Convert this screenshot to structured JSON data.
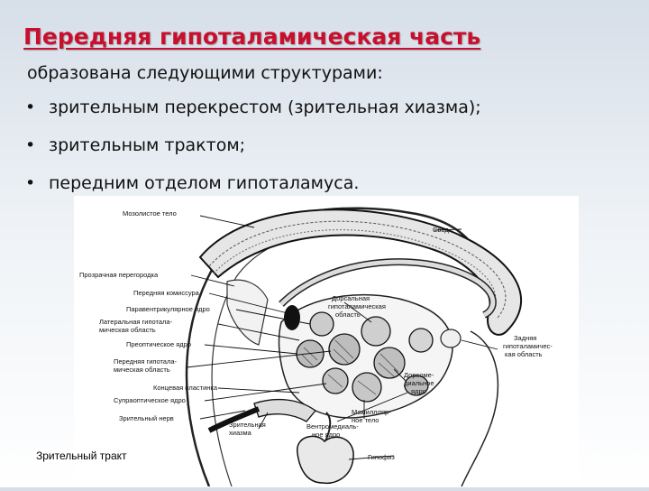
{
  "slide": {
    "title": "Передняя гипоталамическая часть",
    "subtitle": "образована следующими структурами:",
    "bullets": [
      "зрительным перекрестом (зрительная хиазма);",
      "зрительным трактом;",
      "передним отделом гипоталамуса."
    ]
  },
  "figure": {
    "caption": "Зрительный тракт",
    "labels": {
      "corpus_callosum": "Мозолистое тело",
      "fornix": "Свод",
      "septum": "Прозрачная перегородка",
      "ant_commissure": "Передняя комиссура",
      "paraventricular": "Паравентрикулярное ядро",
      "lateral_hyp_1": "Латеральная гипотала-",
      "lateral_hyp_2": "мическая область",
      "preoptic": "Преоптическое ядро",
      "ant_hyp_1": "Передняя гипотала-",
      "ant_hyp_2": "мическая область",
      "terminal_lamina": "Концевая пластинка",
      "supraoptic": "Супраоптическое ядро",
      "optic_nerve": "Зрительный нерв",
      "chiasm_1": "Зрительная",
      "chiasm_2": "хиазма",
      "dorsal_hyp_1": "Дорсальная",
      "dorsal_hyp_2": "гипоталамическая",
      "dorsal_hyp_3": "область",
      "post_hyp_1": "Задняя",
      "post_hyp_2": "гипоталамичес-",
      "post_hyp_3": "кая область",
      "dorsomedial_1": "Дорсоме-",
      "dorsomedial_2": "диальное",
      "dorsomedial_3": "ядро",
      "mamillary_1": "Мамиллляр-",
      "mamillary_2": "ное тело",
      "ventromedial_1": "Вентромедиаль-",
      "ventromedial_2": "ное ядро",
      "hypophysis": "Гипофиз"
    }
  }
}
